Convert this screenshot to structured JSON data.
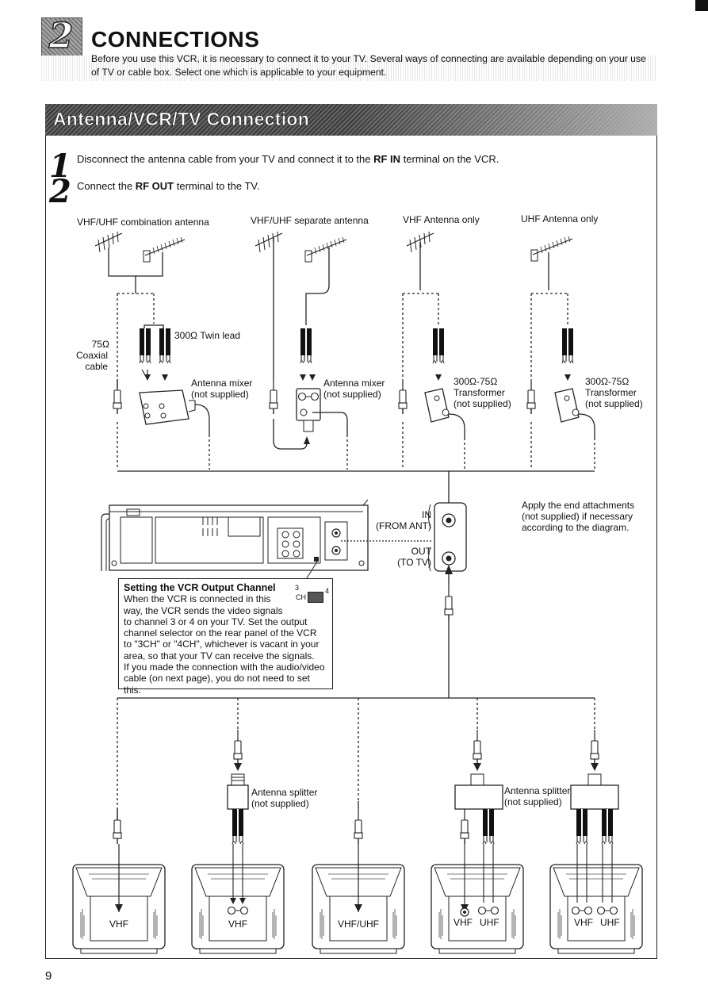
{
  "header": {
    "chapter_number": "2",
    "title": "CONNECTIONS",
    "intro": "Before you use this VCR, it is necessary to connect it to your TV. Several ways of connecting are available depending on your use of TV or cable box. Select one which is applicable to your equipment."
  },
  "section": {
    "title": "Antenna/VCR/TV Connection"
  },
  "steps": [
    {
      "number": "1",
      "pre": "Disconnect the antenna cable from your TV and connect it to the ",
      "bold": "RF IN",
      "post": " terminal on the VCR."
    },
    {
      "number": "2",
      "pre": "Connect the ",
      "bold": "RF OUT",
      "post": " terminal to the TV."
    }
  ],
  "antennas": {
    "combo": "VHF/UHF combination antenna",
    "separate": "VHF/UHF separate antenna",
    "vhf_only": "VHF Antenna only",
    "uhf_only": "UHF Antenna only"
  },
  "labels": {
    "coax_1": "75Ω",
    "coax_2": "Coaxial",
    "coax_3": "cable",
    "twin_lead": "300Ω Twin lead",
    "mixer_1": "Antenna mixer",
    "mixer_2": "(not supplied)",
    "transformer_1": "300Ω-75Ω",
    "transformer_2": "Transformer",
    "transformer_3": "(not supplied)",
    "in_1": "IN",
    "in_2": "(FROM ANT)",
    "out_1": "OUT",
    "out_2": "(TO TV)",
    "apply_1": "Apply the end attachments",
    "apply_2": "(not supplied) if necessary",
    "apply_3": "according to the diagram.",
    "splitter_1": "Antenna splitter",
    "splitter_2": "(not supplied)",
    "ch_label": "CH",
    "ch_3": "3",
    "ch_4": "4"
  },
  "note": {
    "title": "Setting the VCR Output Channel",
    "lines": [
      "When the VCR is connected in this",
      "way, the VCR sends the video signals",
      "to channel 3 or 4 on your TV. Set the output",
      "channel selector on the rear panel of the VCR",
      "to \"3CH\" or \"4CH\", whichever is vacant in your",
      "area, so that your TV can receive the signals.",
      "If you made the connection with the audio/video",
      "cable (on next page), you do not need to set this."
    ]
  },
  "tvs": [
    {
      "label": "VHF"
    },
    {
      "label": "VHF"
    },
    {
      "label": "VHF/UHF"
    },
    {
      "label_a": "VHF",
      "label_b": "UHF"
    },
    {
      "label_a": "VHF",
      "label_b": "UHF"
    }
  ],
  "page_number": "9"
}
